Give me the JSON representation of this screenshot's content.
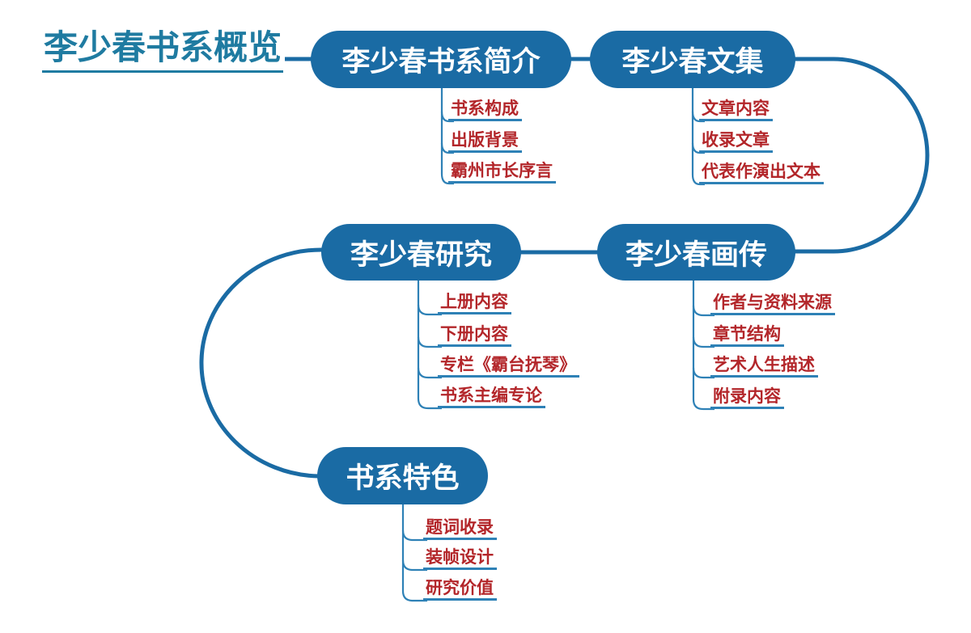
{
  "title": {
    "label": "李少春书系概览"
  },
  "colors": {
    "node_fill": "#1a6ba4",
    "link_blue": "#1a6ba4",
    "branch_blue": "#2e81b6",
    "leaf_text_red": "#b3262a",
    "title_teal": "#1f7ba1",
    "node_text": "#ffffff",
    "background": "#ffffff"
  },
  "nodes": [
    {
      "label": "李少春书系简介",
      "children": [
        {
          "label": "书系构成"
        },
        {
          "label": "出版背景"
        },
        {
          "label": "霸州市长序言"
        }
      ]
    },
    {
      "label": "李少春文集",
      "children": [
        {
          "label": "文章内容"
        },
        {
          "label": "收录文章"
        },
        {
          "label": "代表作演出文本"
        }
      ]
    },
    {
      "label": "李少春研究",
      "children": [
        {
          "label": "上册内容"
        },
        {
          "label": "下册内容"
        },
        {
          "label": "专栏《霸台抚琴》"
        },
        {
          "label": "书系主编专论"
        }
      ]
    },
    {
      "label": "李少春画传",
      "children": [
        {
          "label": "作者与资料来源"
        },
        {
          "label": "章节结构"
        },
        {
          "label": "艺术人生描述"
        },
        {
          "label": "附录内容"
        }
      ]
    },
    {
      "label": "书系特色",
      "children": [
        {
          "label": "题词收录"
        },
        {
          "label": "装帧设计"
        },
        {
          "label": "研究价值"
        }
      ]
    }
  ]
}
